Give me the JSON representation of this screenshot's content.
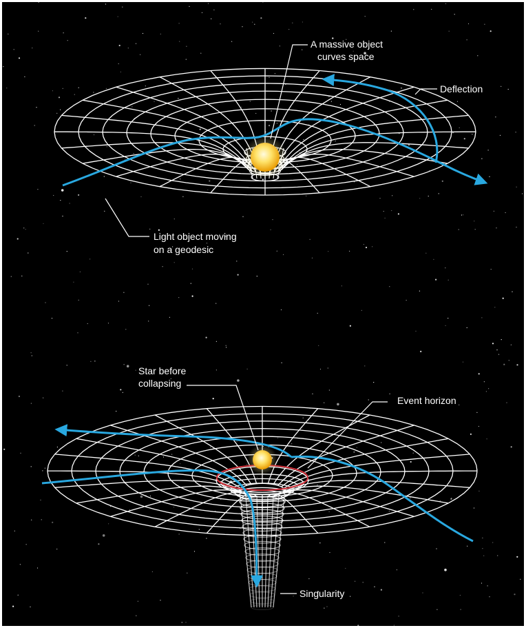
{
  "top_diagram": {
    "labels": {
      "massive_object_line1": "A massive object",
      "massive_object_line2": "curves space",
      "deflection": "Deflection",
      "geodesic_line1": "Light object moving",
      "geodesic_line2": "on a geodesic"
    }
  },
  "bottom_diagram": {
    "labels": {
      "star_line1": "Star before",
      "star_line2": "collapsing",
      "event_horizon": "Event horizon",
      "singularity": "Singularity"
    }
  },
  "colors": {
    "background": "#000000",
    "grid": "#ffffff",
    "light_path": "#29a8e0",
    "event_horizon": "#d0303a",
    "star_core": "#fff6a0",
    "star_edge": "#e8a400"
  }
}
